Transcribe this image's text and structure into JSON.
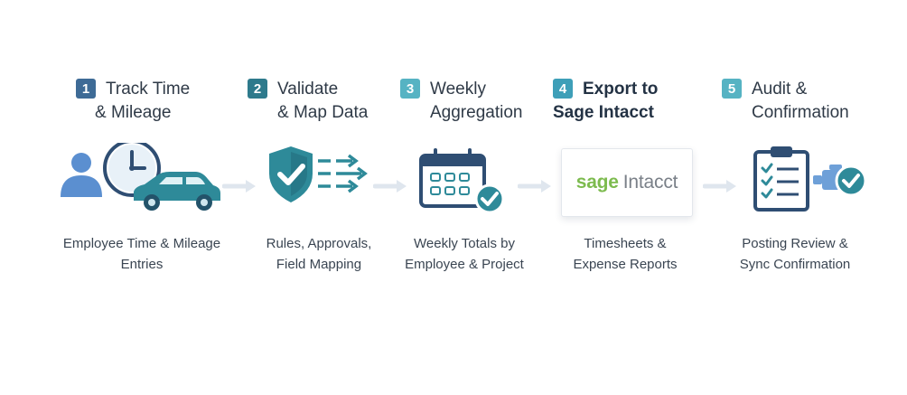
{
  "steps": [
    {
      "number": "1",
      "title_line1": "Track Time",
      "title_line2": "& Mileage",
      "caption_line1": "Employee Time & Mileage",
      "caption_line2": "Entries",
      "badge_color": "#3e6b96"
    },
    {
      "number": "2",
      "title_line1": "Validate",
      "title_line2": "& Map Data",
      "caption_line1": "Rules, Approvals,",
      "caption_line2": "Field Mapping",
      "badge_color": "#2e7a8c"
    },
    {
      "number": "3",
      "title_line1": "Weekly",
      "title_line2": "Aggregation",
      "caption_line1": "Weekly Totals by",
      "caption_line2": "Employee & Project",
      "badge_color": "#56b3c3"
    },
    {
      "number": "4",
      "title_line1": "Export to",
      "title_line2": "Sage Intacct",
      "caption_line1": "Timesheets &",
      "caption_line2": "Expense Reports",
      "badge_color": "#3e9fb8"
    },
    {
      "number": "5",
      "title_line1": "Audit &",
      "title_line2": "Confirmation",
      "caption_line1": "Posting Review &",
      "caption_line2": "Sync Confirmation",
      "badge_color": "#56b3c3"
    }
  ],
  "logo": {
    "brand": "sage",
    "product": "Intacct"
  },
  "icons": [
    "user-clock-car-icon",
    "shield-check-arrows-icon",
    "calendar-check-icon",
    "sage-intacct-logo",
    "clipboard-checklist-sync-icon"
  ],
  "colors": {
    "teal": "#2e7a8c",
    "navy": "#2f4e73",
    "blue": "#5b8fd0",
    "arrow": "#dfe6ee"
  }
}
